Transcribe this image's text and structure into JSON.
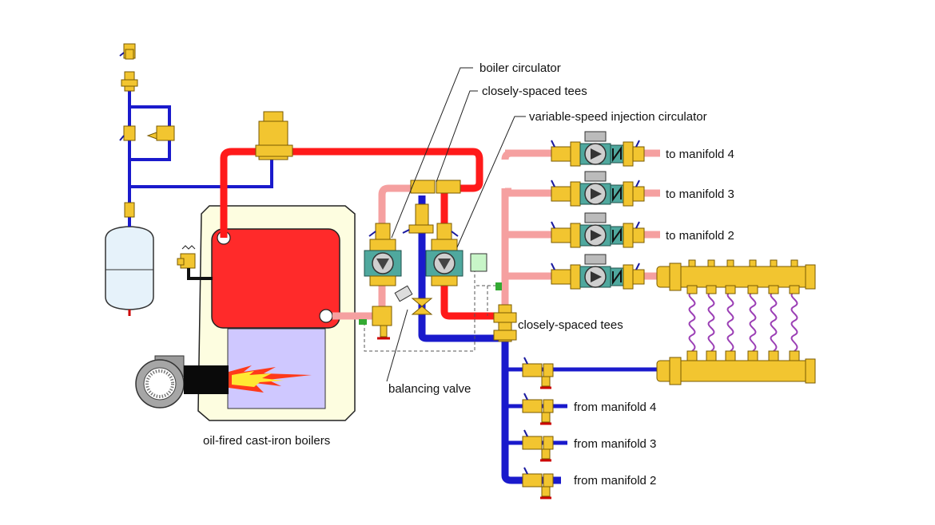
{
  "labels": {
    "boiler_circulator": "boiler circulator",
    "closely_spaced_tees_top": "closely-spaced tees",
    "injection_circulator": "variable-speed injection circulator",
    "closely_spaced_tees_mid": "closely-spaced tees",
    "balancing_valve": "balancing valve",
    "boiler_caption": "oil-fired cast-iron boilers"
  },
  "supply_branches": [
    "to manifold 4",
    "to manifold 3",
    "to manifold 2"
  ],
  "return_branches": [
    "from manifold 4",
    "from manifold 3",
    "from manifold 2"
  ],
  "colors": {
    "hot_pipe": "#ff1a1a",
    "warm_pipe": "#f5a0a0",
    "cold_pipe": "#1a1acc",
    "brass": "#f2c530",
    "pump": "#4fa89e",
    "boiler_cabinet": "#fdfde0",
    "boiler_vessel": "#ff2a2a",
    "firebox": "#cfc8ff",
    "expansion_tank": "#e6f2fa",
    "tubing": "#9b3fb5"
  },
  "icons": [
    "flame-icon",
    "burner-icon",
    "pump-icon",
    "valve-icon",
    "expansion-tank-icon",
    "manifold-icon"
  ]
}
